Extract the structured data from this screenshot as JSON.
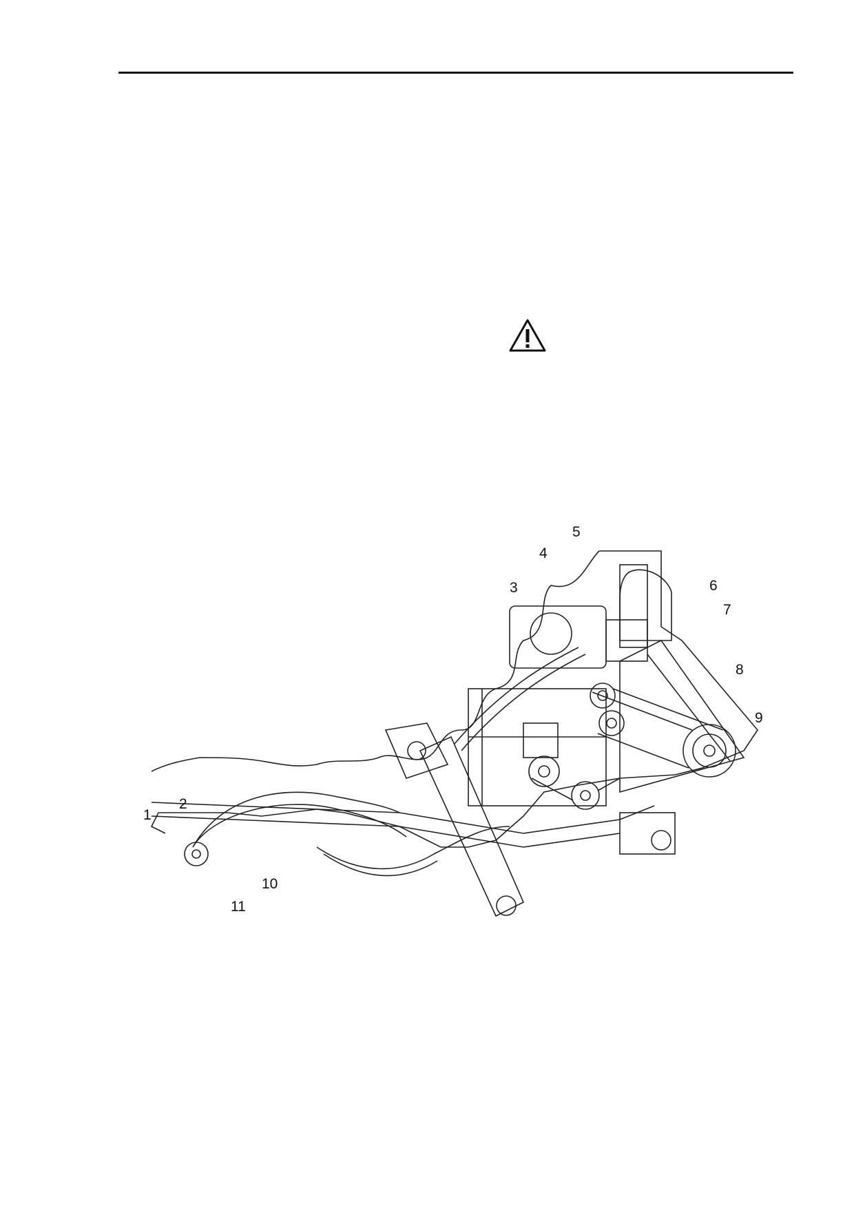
{
  "figure": {
    "callouts": [
      "1",
      "2",
      "3",
      "4",
      "5",
      "6",
      "7",
      "8",
      "9",
      "10",
      "11"
    ]
  },
  "icons": {
    "warning": "warning-triangle-icon"
  }
}
